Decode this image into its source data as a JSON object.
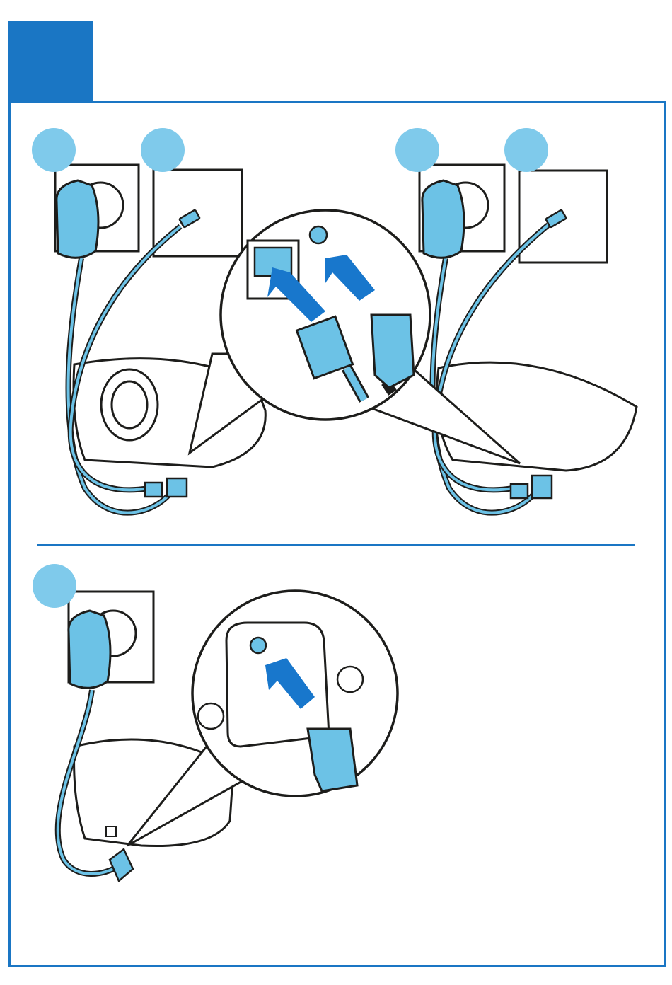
{
  "colors": {
    "accent": "#1a76c4",
    "badge": "#7fcaeb",
    "cable": "#6cc2e6",
    "arrow": "#1877cc",
    "outline": "#1d1d1b",
    "background": "#ffffff"
  },
  "icons": {
    "power_adapter": "power-adapter-icon",
    "phone_line_plug": "rj11-plug-icon",
    "wall_socket": "wall-socket-icon",
    "base_station": "base-station-icon",
    "charger": "charger-icon",
    "insert_arrow": "insert-arrow-icon",
    "zoom_callout": "magnifier-callout-icon",
    "step_badge": "step-badge-icon"
  },
  "steps": {
    "top_left": {
      "badges": 2,
      "type": "base-station-rear"
    },
    "top_right": {
      "badges": 2,
      "type": "base-station-side"
    },
    "bottom": {
      "badges": 1,
      "type": "charger"
    }
  }
}
